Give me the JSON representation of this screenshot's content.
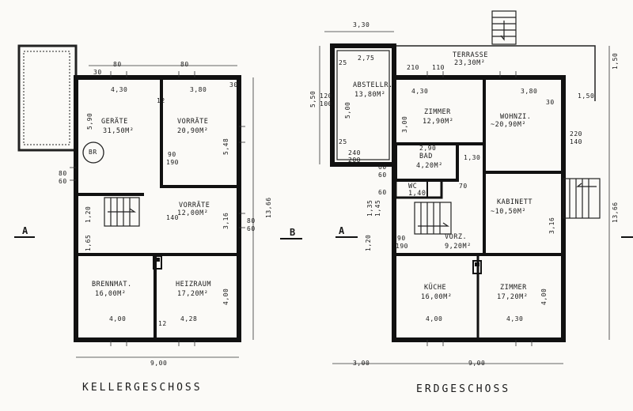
{
  "titles": {
    "keller": "KELLERGESCHOSS",
    "erd": "ERDGESCHOSS"
  },
  "sections": {
    "a_left": "A",
    "b_mid": "B",
    "a_mid": "A"
  },
  "keller": {
    "rooms": [
      {
        "name": "GERÄTE",
        "area": "31,50M²",
        "width": "4,30"
      },
      {
        "name": "VORRÄTE",
        "area": "20,90M²",
        "width": "3,80"
      },
      {
        "name": "VORRÄTE",
        "area": "12,00M²",
        "width": ""
      },
      {
        "name": "BRENNMAT.",
        "area": "16,00M²",
        "width": "4,00"
      },
      {
        "name": "HEIZRAUM",
        "area": "17,20M²",
        "width": "4,28"
      }
    ],
    "badge": "BR",
    "dims": {
      "total_width": "9,00",
      "total_height": "13,66",
      "d_590": "5,90",
      "d_548": "5,48",
      "d_400": "4,00",
      "d_316": "3,16",
      "d_80a": "80",
      "d_30a": "30",
      "d_80b": "80",
      "d_30b": "30",
      "d_12a": "12",
      "d_12b": "12",
      "d_120": "1,20",
      "d_165": "1,65",
      "d_90": "90",
      "d_190": "190",
      "d_140": "140",
      "d_80": "80",
      "d_60": "60",
      "d_80c": "80",
      "d_60c": "60"
    }
  },
  "erd": {
    "rooms": [
      {
        "name": "ABSTELLR.",
        "area": "13,80M²",
        "width": "2,75"
      },
      {
        "name": "TERRASSE",
        "area": "23,30M²",
        "width": ""
      },
      {
        "name": "ZIMMER",
        "area": "12,90M²",
        "width": "4,30"
      },
      {
        "name": "WOHNZI.",
        "area": "~20,90M²",
        "width": "3,80"
      },
      {
        "name": "BAD",
        "area": "4,20M²",
        "width": "2,90"
      },
      {
        "name": "WC",
        "area": "1,40",
        "width": ""
      },
      {
        "name": "KABINETT",
        "area": "~10,50M²",
        "width": ""
      },
      {
        "name": "VORZ.",
        "area": "9,20M²",
        "width": ""
      },
      {
        "name": "KÜCHE",
        "area": "16,00M²",
        "width": "4,00"
      },
      {
        "name": "ZIMMER",
        "area": "17,20M²",
        "width": "4,30"
      }
    ],
    "dims": {
      "top_330": "3,30",
      "d_550": "5,50",
      "d_500": "5,00",
      "d_150": "1,50",
      "d_150b": "1,50",
      "d_130": "1,30",
      "d_300": "3,00",
      "d_316": "3,16",
      "d_400": "4,00",
      "d_220": "220",
      "d_140": "140",
      "d_120": "120",
      "d_100": "100",
      "d_240": "240",
      "d_200": "200",
      "total_width": "9,00",
      "left_300": "3,00",
      "total_height": "13,66",
      "d_1350": "1,35",
      "d_145": "1,45",
      "d_120b": "1,20",
      "d_90": "90",
      "d_190": "190",
      "d_70": "70",
      "d_60a": "60",
      "d_60b": "60",
      "d_60c": "60",
      "d_30": "30",
      "d_25": "25",
      "d_25b": "25",
      "d_210": "210",
      "d_110": "110"
    }
  }
}
